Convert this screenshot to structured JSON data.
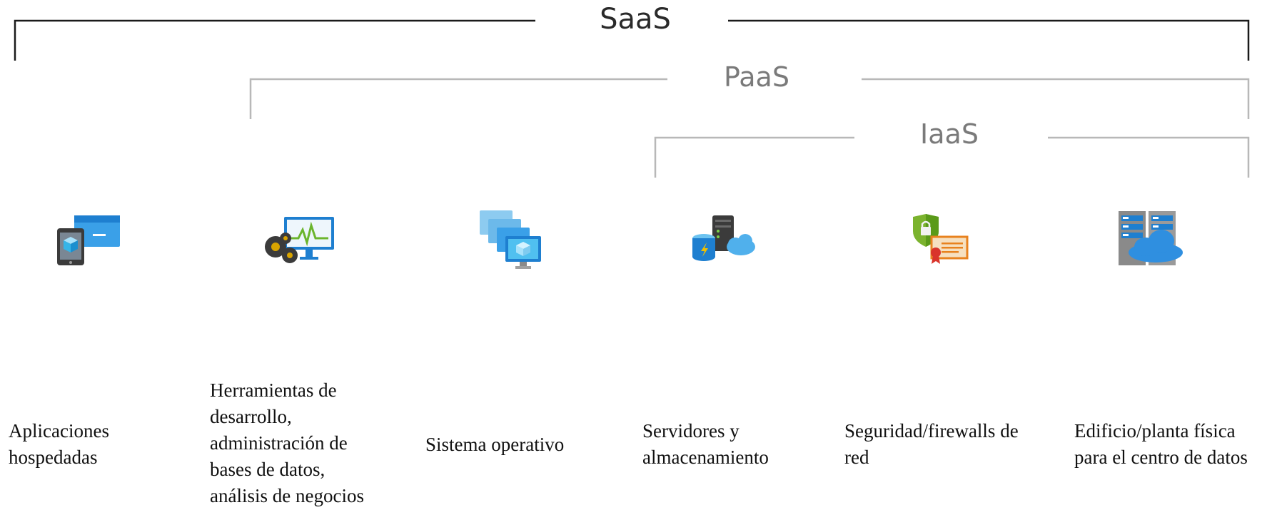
{
  "tiers": {
    "saas": "SaaS",
    "paas": "PaaS",
    "iaas": "IaaS"
  },
  "items": [
    {
      "label": "Aplicaciones\nhospedadas",
      "icon": "hosted-app-icon"
    },
    {
      "label": "Herramientas de\ndesarrollo,\nadministración de\nbases de datos,\nanálisis de negocios",
      "icon": "dev-tools-icon"
    },
    {
      "label": "Sistema operativo",
      "icon": "operating-system-icon"
    },
    {
      "label": "Servidores y\nalmacenamiento",
      "icon": "servers-storage-icon"
    },
    {
      "label": "Seguridad/firewalls de\nred",
      "icon": "security-firewall-icon"
    },
    {
      "label": "Edificio/planta física\npara el centro de datos",
      "icon": "datacenter-building-icon"
    }
  ],
  "colors": {
    "saas_line": "#1a1a1a",
    "paas_line": "#b8b8b8",
    "iaas_line": "#b8b8b8",
    "azure_blue": "#0078d4",
    "light_blue": "#50c0f0"
  }
}
